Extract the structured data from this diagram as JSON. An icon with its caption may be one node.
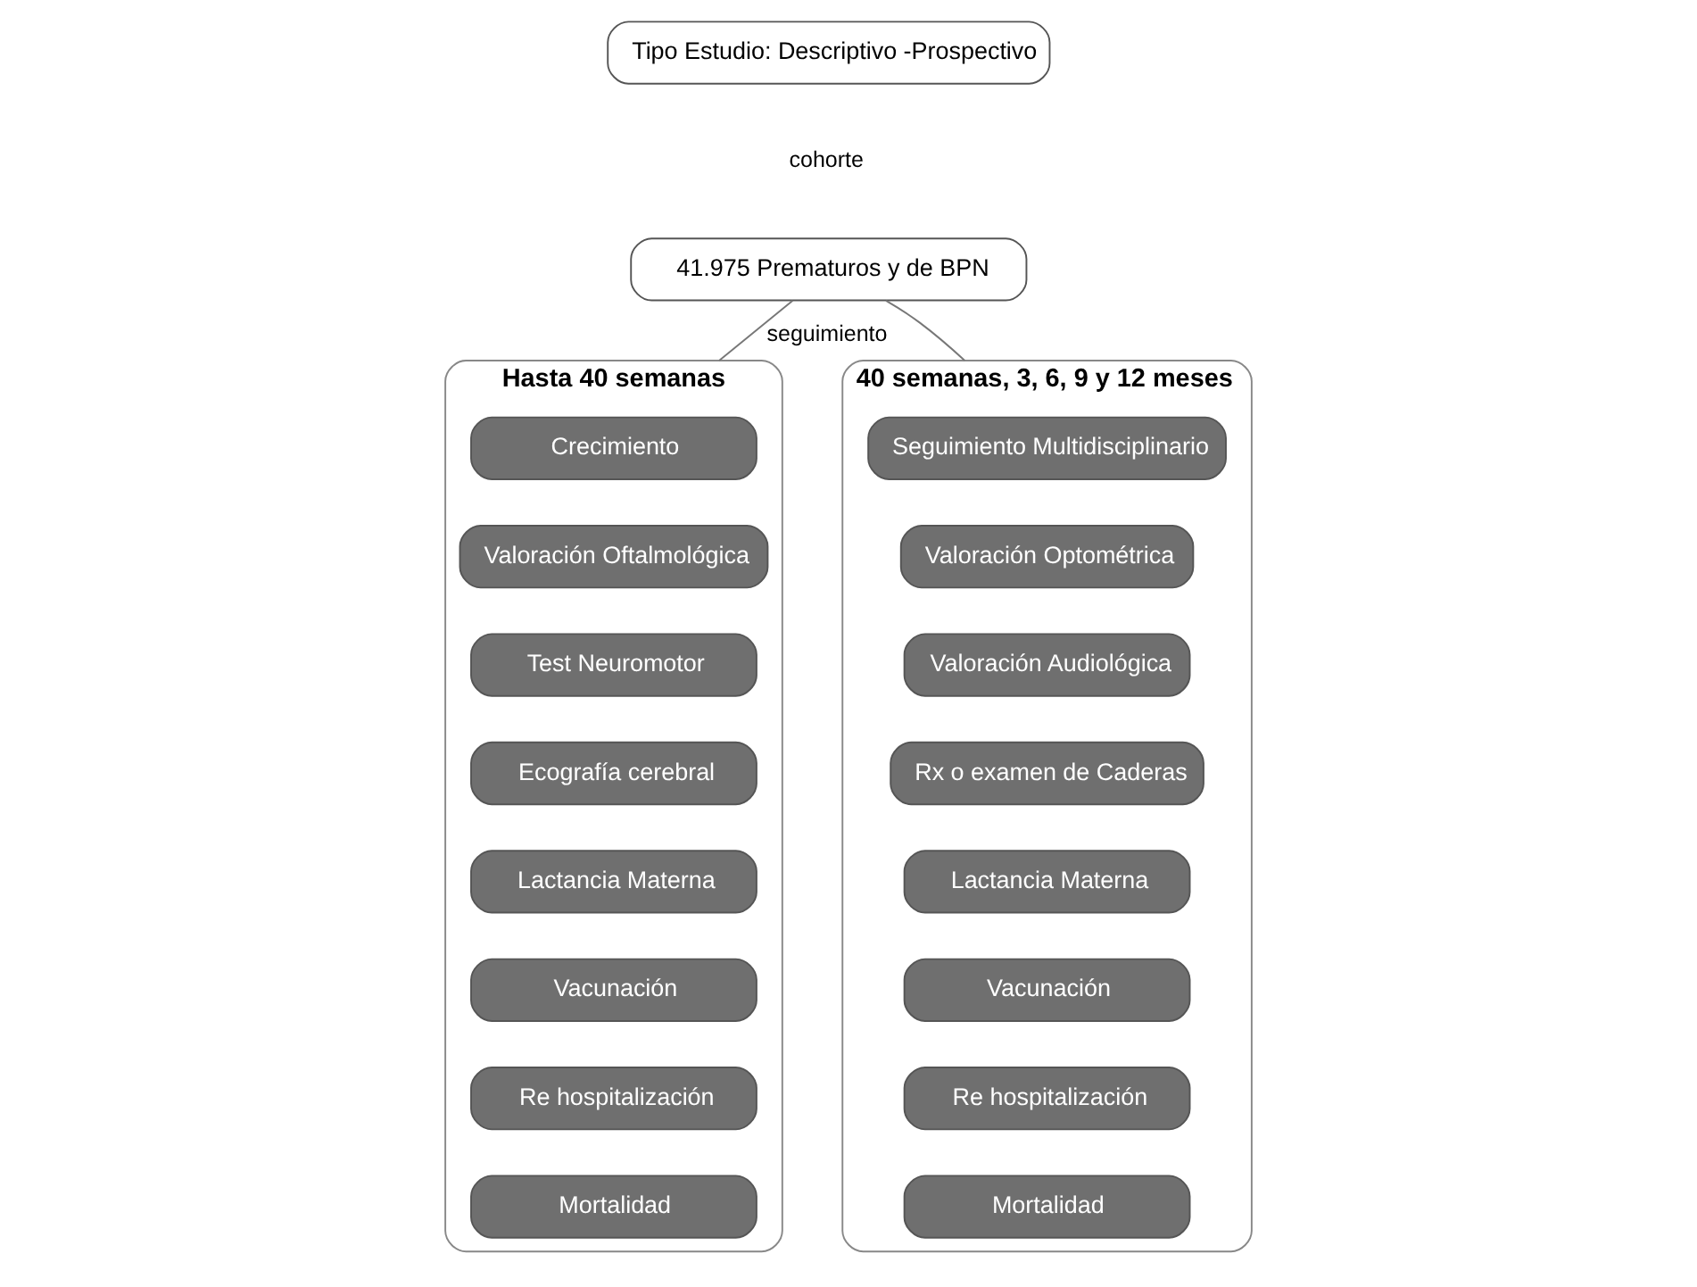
{
  "diagram": {
    "nodes": [
      {
        "text": [
          "Tipo Estudio: Descriptivo -Prospectivo"
        ]
      },
      {
        "text": [
          "41.975 Prematuros y de BPN"
        ]
      },
      {
        "text": [
          "Hasta 40 semanas"
        ]
      },
      {
        "text": [
          "Crecimiento"
        ],
        "in": 2
      },
      {
        "text": [
          "Valoración Oftalmológica"
        ],
        "in": 2
      },
      {
        "text": [
          "Test Neuromotor"
        ],
        "in": 2
      },
      {
        "text": [
          "Ecografía cerebral"
        ],
        "in": 2
      },
      {
        "text": [
          "Lactancia Materna"
        ],
        "in": 2
      },
      {
        "text": [
          "Vacunación"
        ],
        "in": 2
      },
      {
        "text": [
          "Re hospitalización"
        ],
        "in": 2
      },
      {
        "text": [
          "Mortalidad"
        ],
        "in": 2
      },
      {
        "text": [
          "40 semanas, 3, 6, 9 y 12 meses"
        ]
      },
      {
        "text": [
          "Seguimiento Multidisciplinario"
        ],
        "in": 11
      },
      {
        "text": [
          "Valoración Optométrica"
        ],
        "in": 11
      },
      {
        "text": [
          "Valoración Audiológica"
        ],
        "in": 11
      },
      {
        "text": [
          "Rx o examen de Caderas"
        ],
        "in": 11
      },
      {
        "text": [
          "Lactancia Materna"
        ],
        "in": 11
      },
      {
        "text": [
          "Vacunación"
        ],
        "in": 11
      },
      {
        "text": [
          "Re hospitalización"
        ],
        "in": 11
      },
      {
        "text": [
          "Mortalidad"
        ],
        "in": 11
      }
    ],
    "edges": [
      {
        "from": 1,
        "to": 2,
        "arrow": "none",
        "label": "seguimiento"
      },
      {
        "from": 1,
        "to": 11,
        "arrow": "none"
      }
    ],
    "labels": [
      "cohorte"
    ]
  }
}
